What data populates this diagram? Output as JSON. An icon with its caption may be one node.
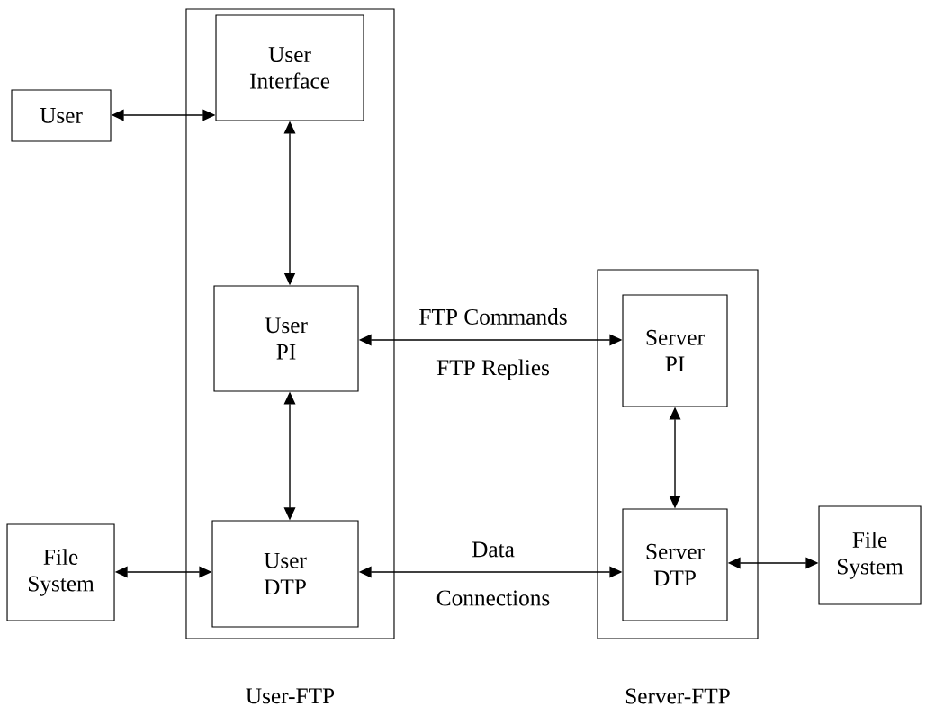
{
  "diagram": {
    "nodes": [
      {
        "text": [
          "User-FTP"
        ]
      },
      {
        "text": [
          "Server-FTP"
        ]
      },
      {
        "text": [
          "User"
        ]
      },
      {
        "text": [
          "User Interface"
        ],
        "in": 0
      },
      {
        "text": [
          "User PI"
        ],
        "in": 0
      },
      {
        "text": [
          "User DTP"
        ],
        "in": 0
      },
      {
        "text": [
          "File System"
        ]
      },
      {
        "text": [
          "Server PI"
        ],
        "in": 1
      },
      {
        "text": [
          "Server DTP"
        ],
        "in": 1
      },
      {
        "text": [
          "File System"
        ]
      }
    ],
    "edges": [
      {
        "from": 2,
        "to": 3,
        "arrow": "both"
      },
      {
        "from": 3,
        "to": 4,
        "arrow": "both"
      },
      {
        "from": 4,
        "to": 5,
        "arrow": "both"
      },
      {
        "from": 6,
        "to": 5,
        "arrow": "both"
      },
      {
        "from": 4,
        "to": 7,
        "arrow": "both",
        "label": "FTP Commands"
      },
      {
        "from": 7,
        "to": 8,
        "arrow": "both"
      },
      {
        "from": 5,
        "to": 8,
        "arrow": "both",
        "label": "Data"
      },
      {
        "from": 8,
        "to": 9,
        "arrow": "both"
      }
    ],
    "labels": [
      "FTP Replies",
      "Connections"
    ]
  }
}
